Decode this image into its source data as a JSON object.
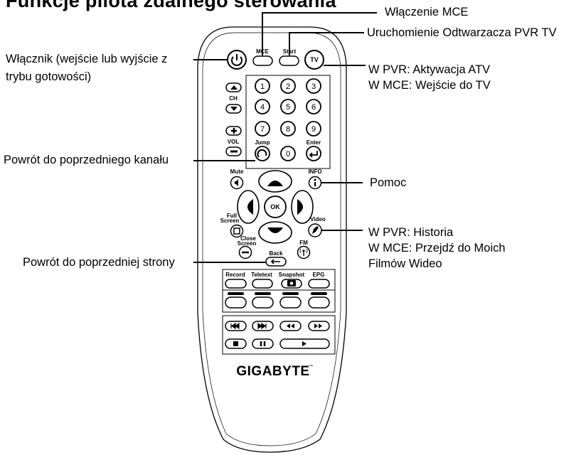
{
  "heading": "Funkcje pilota zdalnego sterowania",
  "callouts": {
    "mce_on": "Włączenie MCE",
    "start_pvr": "Uruchomienie Odtwarzacza PVR TV",
    "power_1": "Włącznik (wejście lub wyjście z",
    "power_2": "trybu gotowości)",
    "tv_1": "W PVR: Aktywacja ATV",
    "tv_2": "W MCE: Wejście do TV",
    "prev_channel": "Powrót do poprzedniego kanału",
    "help": "Pomoc",
    "video_1": "W PVR: Historia",
    "video_2": "W MCE: Przejdź do Moich",
    "video_3": "Filmów Wideo",
    "prev_page": "Powrót do poprzedniej strony"
  },
  "remote": {
    "brand": "GIGABYTE",
    "trademark": "™",
    "labels": {
      "mce": "MCE",
      "start": "Start",
      "tv": "TV",
      "ch": "CH",
      "vol": "VOL",
      "jump": "Jump",
      "enter": "Enter",
      "mute": "Mute",
      "info": "INFO",
      "ok": "OK",
      "full_screen_1": "Full",
      "full_screen_2": "Screen",
      "video": "Video",
      "close_screen_1": "Close",
      "close_screen_2": "Screen",
      "back": "Back",
      "fm": "FM",
      "record": "Record",
      "teletext": "Teletext",
      "snapshot": "Snapshot",
      "epg": "EPG"
    },
    "digits": [
      "1",
      "2",
      "3",
      "4",
      "5",
      "6",
      "7",
      "8",
      "9",
      "0"
    ],
    "color_keys": [
      "#000000",
      "#000000",
      "#000000",
      "#000000"
    ]
  }
}
